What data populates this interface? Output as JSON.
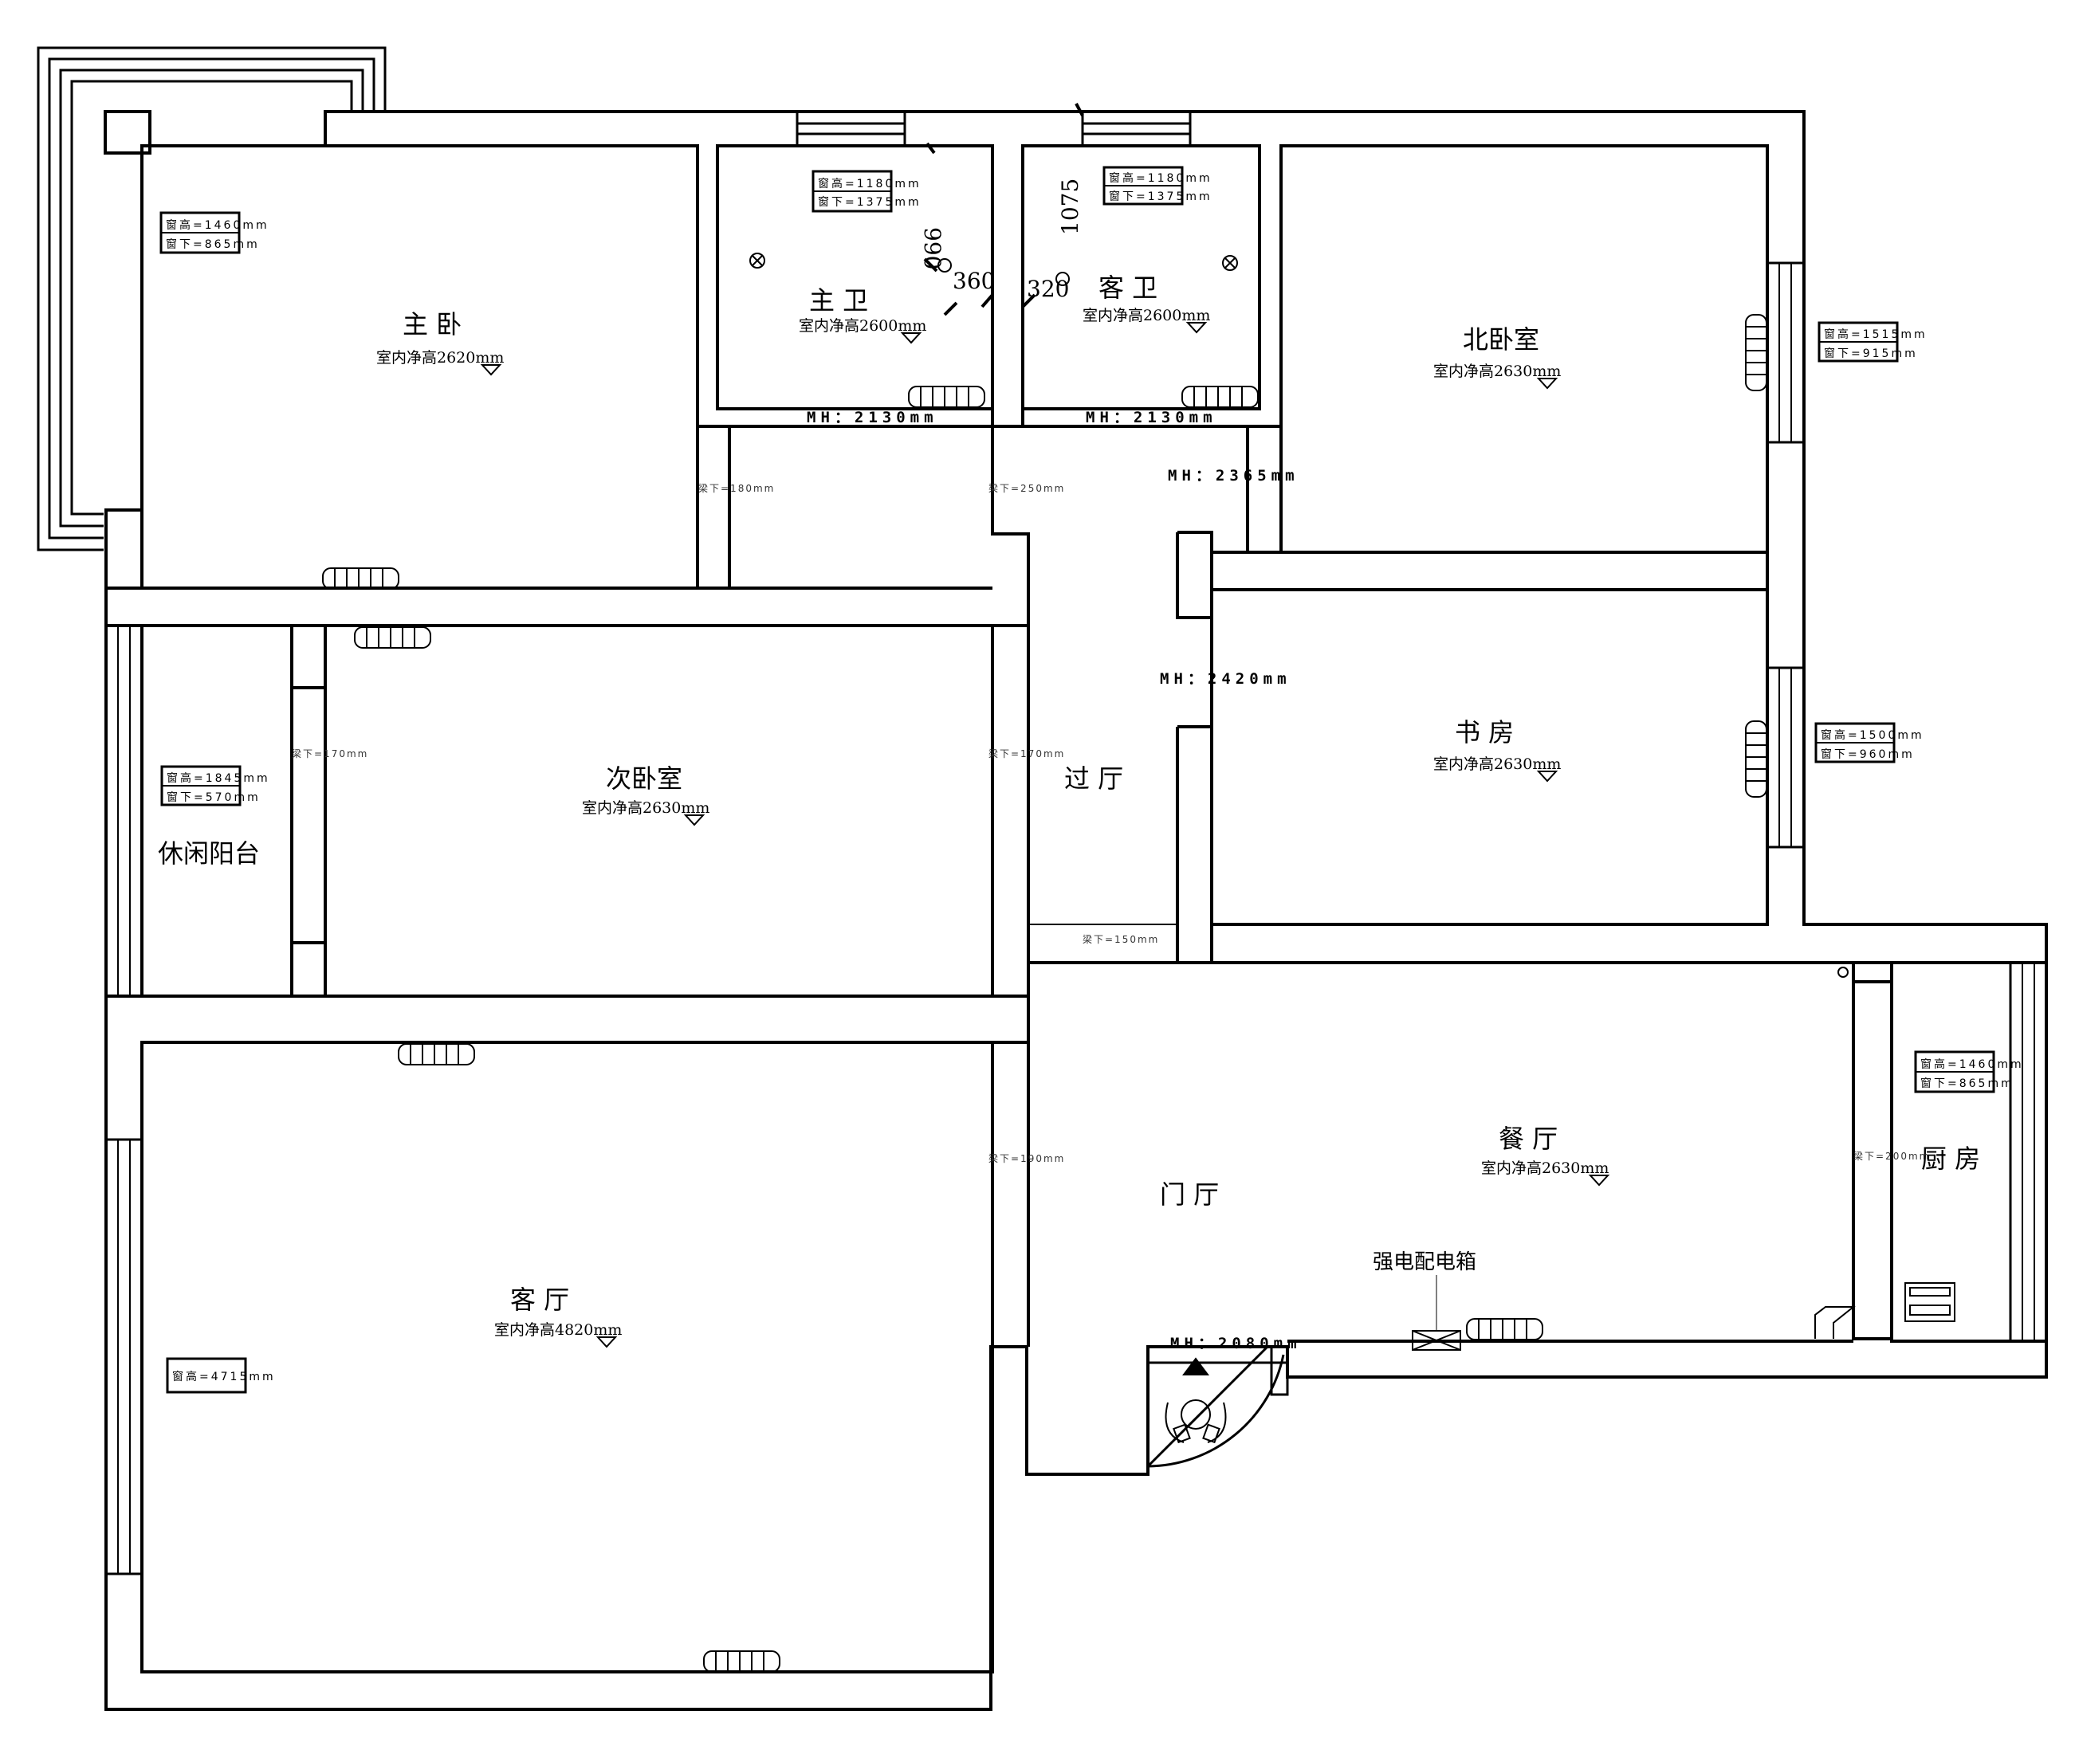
{
  "rooms": {
    "master_bedroom": {
      "name": "主 卧",
      "height": "室内净高2620mm"
    },
    "master_bath": {
      "name": "主 卫",
      "height": "室内净高2600mm"
    },
    "guest_bath": {
      "name": "客 卫",
      "height": "室内净高2600mm"
    },
    "north_bedroom": {
      "name": "北卧室",
      "height": "室内净高2630mm"
    },
    "study": {
      "name": "书 房",
      "height": "室内净高2630mm"
    },
    "second_bedroom": {
      "name": "次卧室",
      "height": "室内净高2630mm"
    },
    "leisure_balcony": {
      "name": "休闲阳台"
    },
    "hallway": {
      "name": "过 厅"
    },
    "living_room": {
      "name": "客 厅",
      "height": "室内净高4820mm"
    },
    "dining_room": {
      "name": "餐 厅",
      "height": "室内净高2630mm"
    },
    "entrance_hall": {
      "name": "门 厅"
    },
    "kitchen": {
      "name": "厨 房"
    }
  },
  "mh_labels": {
    "master_bath": "MH：2130mm",
    "guest_bath": "MH：2130mm",
    "north_corridor": "MH：2365mm",
    "hall": "MH：2420mm",
    "entrance": "MH：2080mm"
  },
  "window_tags": {
    "master_bedroom": {
      "height": "窗高=1460mm",
      "sill": "窗下=865mm"
    },
    "master_bath": {
      "height": "窗高=1180mm",
      "sill": "窗下=1375mm"
    },
    "guest_bath": {
      "height": "窗高=1180mm",
      "sill": "窗下=1375mm"
    },
    "north_bedroom": {
      "height": "窗高=1515mm",
      "sill": "窗下=915mm"
    },
    "study": {
      "height": "窗高=1500mm",
      "sill": "窗下=960mm"
    },
    "balcony": {
      "height": "窗高=1845mm",
      "sill": "窗下=570mm"
    },
    "kitchen": {
      "height": "窗高=1460mm",
      "sill": "窗下=865mm"
    },
    "living_room": {
      "height": "窗高=4715mm"
    }
  },
  "beam_labels": {
    "b1": "梁下=180mm",
    "b2": "梁下=250mm",
    "b3": "梁下=170mm",
    "b4": "梁下=170mm",
    "b5": "梁下=150mm",
    "b6": "梁下=190mm",
    "b7": "梁下=200mm"
  },
  "dimensions": {
    "d990": "990",
    "d360": "360",
    "d320": "320",
    "d1075": "1075"
  },
  "annotations": {
    "power_box": "强电配电箱"
  }
}
